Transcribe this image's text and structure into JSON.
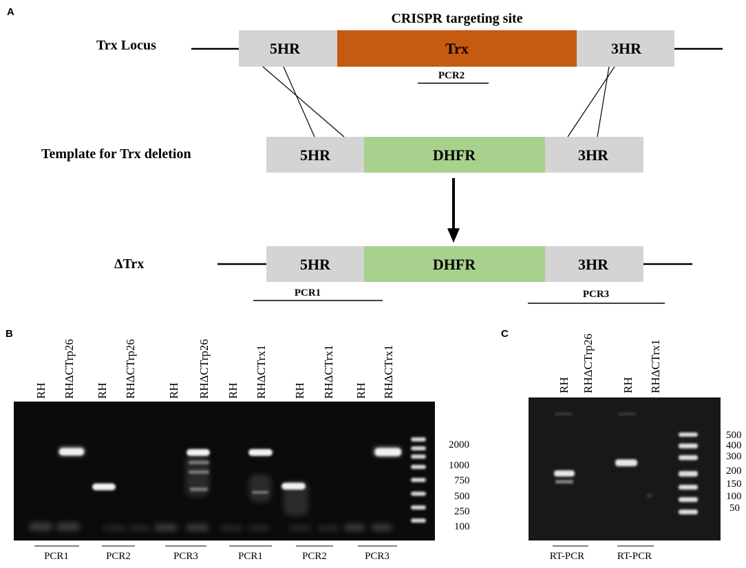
{
  "panels": {
    "a": "A",
    "b": "B",
    "c": "C"
  },
  "panel_a": {
    "title": "CRISPR targeting site",
    "row_locus": {
      "label": "Trx  Locus",
      "left_arm": "5HR",
      "center": "Trx",
      "right_arm": "3HR",
      "pcr": "PCR2"
    },
    "row_template": {
      "label": "Template for Trx deletion",
      "left_arm": "5HR",
      "center": "DHFR",
      "right_arm": "3HR"
    },
    "row_deletion": {
      "label": "ΔTrx",
      "left_arm": "5HR",
      "center": "DHFR",
      "right_arm": "3HR",
      "pcr_left": "PCR1",
      "pcr_right": "PCR3"
    },
    "colors": {
      "homology_arm": "#d4d4d4",
      "trx": "#c55a11",
      "dhfr": "#a9d18e"
    }
  },
  "panel_b": {
    "lanes": [
      "RH",
      "RHΔCTrp26",
      "RH",
      "RHΔCTrp26",
      "RH",
      "RHΔCTrp26",
      "RH",
      "RHΔCTrx1",
      "RH",
      "RHΔCTrx1",
      "RH",
      "RHΔCTrx1"
    ],
    "groups": [
      "PCR1",
      "PCR2",
      "PCR3",
      "PCR1",
      "PCR2",
      "PCR3"
    ],
    "ladder": [
      "2000",
      "1000",
      "750",
      "500",
      "250",
      "100"
    ]
  },
  "panel_c": {
    "lanes": [
      "RH",
      "RHΔCTrp26",
      "RH",
      "RHΔCTrx1"
    ],
    "groups": [
      "RT-PCR",
      "RT-PCR"
    ],
    "ladder": [
      "500",
      "400",
      "300",
      "200",
      "150",
      "100",
      "50"
    ]
  }
}
